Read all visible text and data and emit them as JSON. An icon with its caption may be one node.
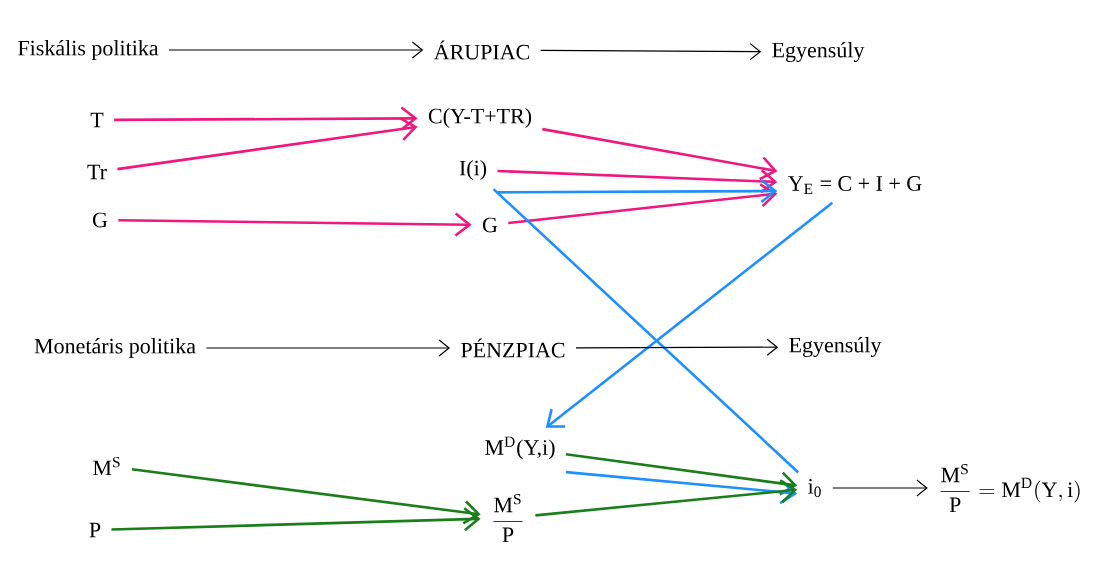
{
  "diagram": {
    "nodes": [
      {
        "text": [
          "Fiskális politika"
        ]
      },
      {
        "text": [
          "ÁRUPIAC"
        ]
      },
      {
        "text": [
          "Egyensúly"
        ]
      },
      {
        "text": [
          "T"
        ]
      },
      {
        "text": [
          "Tr"
        ]
      },
      {
        "text": [
          "G"
        ]
      },
      {
        "text": [
          "C(Y-T+TR)"
        ]
      },
      {
        "text": [
          "I(i)"
        ]
      },
      {
        "text": [
          "G"
        ]
      },
      {
        "text": [
          "Y$_{E}$ = C + I + G"
        ]
      },
      {
        "text": [
          "Monetáris politika"
        ]
      },
      {
        "text": [
          "PÉNZPIAC"
        ]
      },
      {
        "text": [
          "Egyensúly"
        ]
      },
      {
        "text": [
          "M$^{S}$"
        ]
      },
      {
        "text": [
          "P"
        ]
      },
      {
        "text": [
          "M$^{D}$(Y,i)"
        ]
      },
      {
        "text": [
          "\\frac{\\mathrm{M}^{\\mathrm{S}}}{\\mathrm{P}}"
        ]
      },
      {
        "text": [
          "i$_{0}$"
        ]
      },
      {
        "text": [
          "\\frac{\\mathrm{M}^{\\mathrm{S}}}{\\mathrm{P}} = \\mathrm{M}^{\\mathrm{D}}(\\mathrm{Y,i})"
        ]
      }
    ],
    "edges": [
      {
        "from": 0,
        "to": 1,
        "arrow": "to",
        "color": "#000000"
      },
      {
        "from": 1,
        "to": 2,
        "arrow": "to",
        "color": "#000000"
      },
      {
        "from": 3,
        "to": 6,
        "arrow": "to",
        "color": "#f0177f"
      },
      {
        "from": 4,
        "to": 6,
        "arrow": "to",
        "color": "#f0177f"
      },
      {
        "from": 5,
        "to": 8,
        "arrow": "to",
        "color": "#f0177f"
      },
      {
        "from": 6,
        "to": 9,
        "arrow": "to",
        "color": "#f0177f"
      },
      {
        "from": 7,
        "to": 9,
        "arrow": "to",
        "color": "#f0177f"
      },
      {
        "from": 8,
        "to": 9,
        "arrow": "to",
        "color": "#f0177f"
      },
      {
        "from": 7,
        "to": 9,
        "arrow": "to",
        "color": "#1e8fff"
      },
      {
        "from": 9,
        "to": 15,
        "arrow": "to",
        "color": "#1e8fff"
      },
      {
        "from": 17,
        "to": 7,
        "arrow": "none",
        "color": "#1e8fff"
      },
      {
        "from": 10,
        "to": 11,
        "arrow": "to",
        "color": "#000000"
      },
      {
        "from": 11,
        "to": 12,
        "arrow": "to",
        "color": "#000000"
      },
      {
        "from": 13,
        "to": 16,
        "arrow": "to",
        "color": "#1a7f1a"
      },
      {
        "from": 14,
        "to": 16,
        "arrow": "to",
        "color": "#1a7f1a"
      },
      {
        "from": 15,
        "to": 17,
        "arrow": "to",
        "color": "#1a7f1a"
      },
      {
        "from": 15,
        "to": 17,
        "arrow": "to",
        "color": "#1e8fff"
      },
      {
        "from": 16,
        "to": 17,
        "arrow": "to",
        "color": "#1a7f1a"
      },
      {
        "from": 17,
        "to": 18,
        "arrow": "to",
        "color": "#000000"
      }
    ]
  }
}
